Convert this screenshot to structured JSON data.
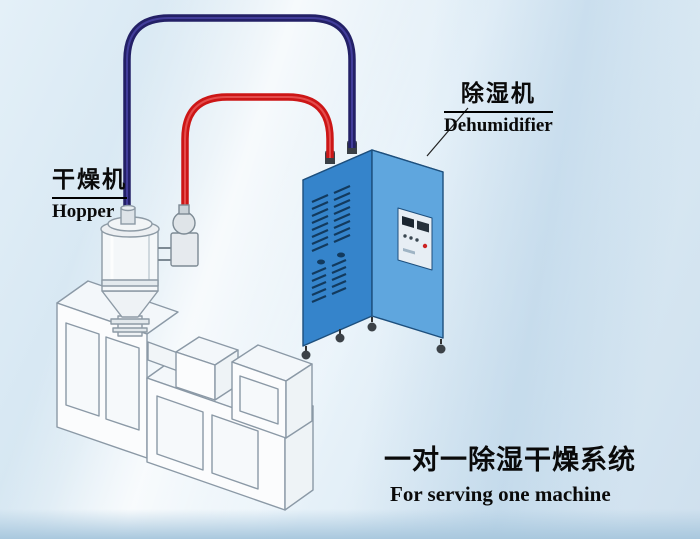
{
  "labels": {
    "dehumidifier_zh": "除湿机",
    "dehumidifier_en": "Dehumidifier",
    "hopper_zh": "干燥机",
    "hopper_en": "Hopper",
    "caption_zh": "一对一除湿干燥系统",
    "caption_en": "For serving one machine"
  },
  "colors": {
    "background": "#d9e7f2",
    "dehumidifier_front": "#3584cb",
    "dehumidifier_side": "#5fa6de",
    "dehumidifier_top": "#a6d0f0",
    "vent_slats": "#123a5e",
    "pipe_red": "#cc1616",
    "pipe_navy": "#232066",
    "machine_outline": "#8b99a6",
    "machine_fill": "#fbfcfd",
    "label_text": "#0a0a0a"
  },
  "diagram": {
    "type": "equipment-diagram",
    "parts": [
      "hopper-dryer",
      "dehumidifier-cabinet",
      "extruder-machine",
      "dry-air-pipe",
      "return-air-pipe",
      "suction-blower"
    ]
  }
}
